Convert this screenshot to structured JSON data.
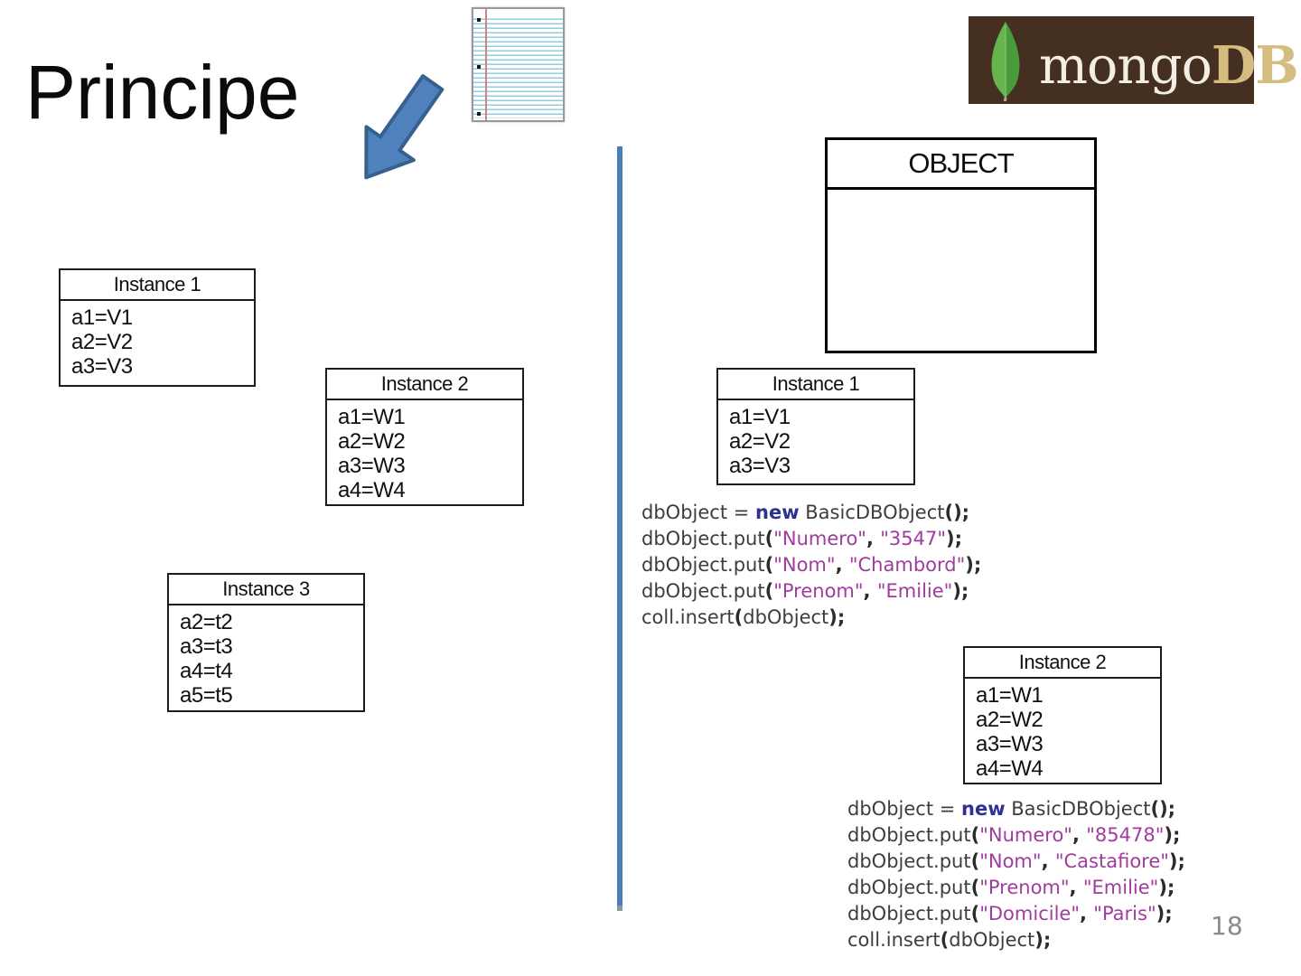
{
  "slide": {
    "title": "Principe",
    "page_number": "18"
  },
  "logo": {
    "mongo": "mongo",
    "db": "DB"
  },
  "object_box": {
    "title": "OBJECT"
  },
  "left_instances": [
    {
      "title": "Instance 1",
      "lines": [
        "a1=V1",
        "a2=V2",
        "a3=V3"
      ]
    },
    {
      "title": "Instance 2",
      "lines": [
        "a1=W1",
        "a2=W2",
        "a3=W3",
        "a4=W4"
      ]
    },
    {
      "title": "Instance 3",
      "lines": [
        "a2=t2",
        "a3=t3",
        "a4=t4",
        "a5=t5"
      ]
    }
  ],
  "right_instances": [
    {
      "title": "Instance 1",
      "lines": [
        "a1=V1",
        "a2=V2",
        "a3=V3"
      ]
    },
    {
      "title": "Instance 2",
      "lines": [
        "a1=W1",
        "a2=W2",
        "a3=W3",
        "a4=W4"
      ]
    }
  ],
  "code_blocks": {
    "block1": {
      "lines": [
        [
          {
            "t": "dbObject = ",
            "s": "p"
          },
          {
            "t": "new",
            "s": "k"
          },
          {
            "t": " BasicDBObject",
            "s": "p"
          },
          {
            "t": "();",
            "s": "b"
          }
        ],
        [
          {
            "t": "dbObject.put",
            "s": "p"
          },
          {
            "t": "(",
            "s": "b"
          },
          {
            "t": "\"Numero\"",
            "s": "str"
          },
          {
            "t": ", ",
            "s": "b"
          },
          {
            "t": "\"3547\"",
            "s": "str"
          },
          {
            "t": ");",
            "s": "b"
          }
        ],
        [
          {
            "t": "dbObject.put",
            "s": "p"
          },
          {
            "t": "(",
            "s": "b"
          },
          {
            "t": "\"Nom\"",
            "s": "str"
          },
          {
            "t": ", ",
            "s": "b"
          },
          {
            "t": "\"Chambord\"",
            "s": "str"
          },
          {
            "t": ");",
            "s": "b"
          }
        ],
        [
          {
            "t": "dbObject.put",
            "s": "p"
          },
          {
            "t": "(",
            "s": "b"
          },
          {
            "t": "\"Prenom\"",
            "s": "str"
          },
          {
            "t": ", ",
            "s": "b"
          },
          {
            "t": "\"Emilie\"",
            "s": "str"
          },
          {
            "t": ");",
            "s": "b"
          }
        ],
        [
          {
            "t": "coll.insert",
            "s": "p"
          },
          {
            "t": "(",
            "s": "b"
          },
          {
            "t": "dbObject",
            "s": "p"
          },
          {
            "t": ");",
            "s": "b"
          }
        ]
      ]
    },
    "block2": {
      "lines": [
        [
          {
            "t": "dbObject = ",
            "s": "p"
          },
          {
            "t": "new",
            "s": "k"
          },
          {
            "t": " BasicDBObject",
            "s": "p"
          },
          {
            "t": "();",
            "s": "b"
          }
        ],
        [
          {
            "t": "dbObject.put",
            "s": "p"
          },
          {
            "t": "(",
            "s": "b"
          },
          {
            "t": "\"Numero\"",
            "s": "str"
          },
          {
            "t": ", ",
            "s": "b"
          },
          {
            "t": "\"85478\"",
            "s": "str"
          },
          {
            "t": ");",
            "s": "b"
          }
        ],
        [
          {
            "t": "dbObject.put",
            "s": "p"
          },
          {
            "t": "(",
            "s": "b"
          },
          {
            "t": "\"Nom\"",
            "s": "str"
          },
          {
            "t": ", ",
            "s": "b"
          },
          {
            "t": "\"Castafiore\"",
            "s": "str"
          },
          {
            "t": ");",
            "s": "b"
          }
        ],
        [
          {
            "t": "dbObject.put",
            "s": "p"
          },
          {
            "t": "(",
            "s": "b"
          },
          {
            "t": "\"Prenom\"",
            "s": "str"
          },
          {
            "t": ", ",
            "s": "b"
          },
          {
            "t": "\"Emilie\"",
            "s": "str"
          },
          {
            "t": ");",
            "s": "b"
          }
        ],
        [
          {
            "t": "dbObject.put",
            "s": "p"
          },
          {
            "t": "(",
            "s": "b"
          },
          {
            "t": "\"Domicile\"",
            "s": "str"
          },
          {
            "t": ", ",
            "s": "b"
          },
          {
            "t": "\"Paris\"",
            "s": "str"
          },
          {
            "t": ");",
            "s": "b"
          }
        ],
        [
          {
            "t": "coll.insert",
            "s": "p"
          },
          {
            "t": "(",
            "s": "b"
          },
          {
            "t": "dbObject",
            "s": "p"
          },
          {
            "t": ");",
            "s": "b"
          }
        ]
      ]
    }
  },
  "colors": {
    "divider_blue": "#4a7ebb",
    "arrow_fill": "#4f81bd",
    "arrow_border": "#36618e",
    "code_plain": "#3d3d3d",
    "code_keyword": "#2e3192",
    "code_string": "#a03c9e",
    "logo_background": "#452f21",
    "logo_mongo_text": "#f2eee1",
    "logo_db_text": "#d5bc80",
    "leaf_green_light": "#67b34e",
    "leaf_green_dark": "#4a9c3b"
  }
}
